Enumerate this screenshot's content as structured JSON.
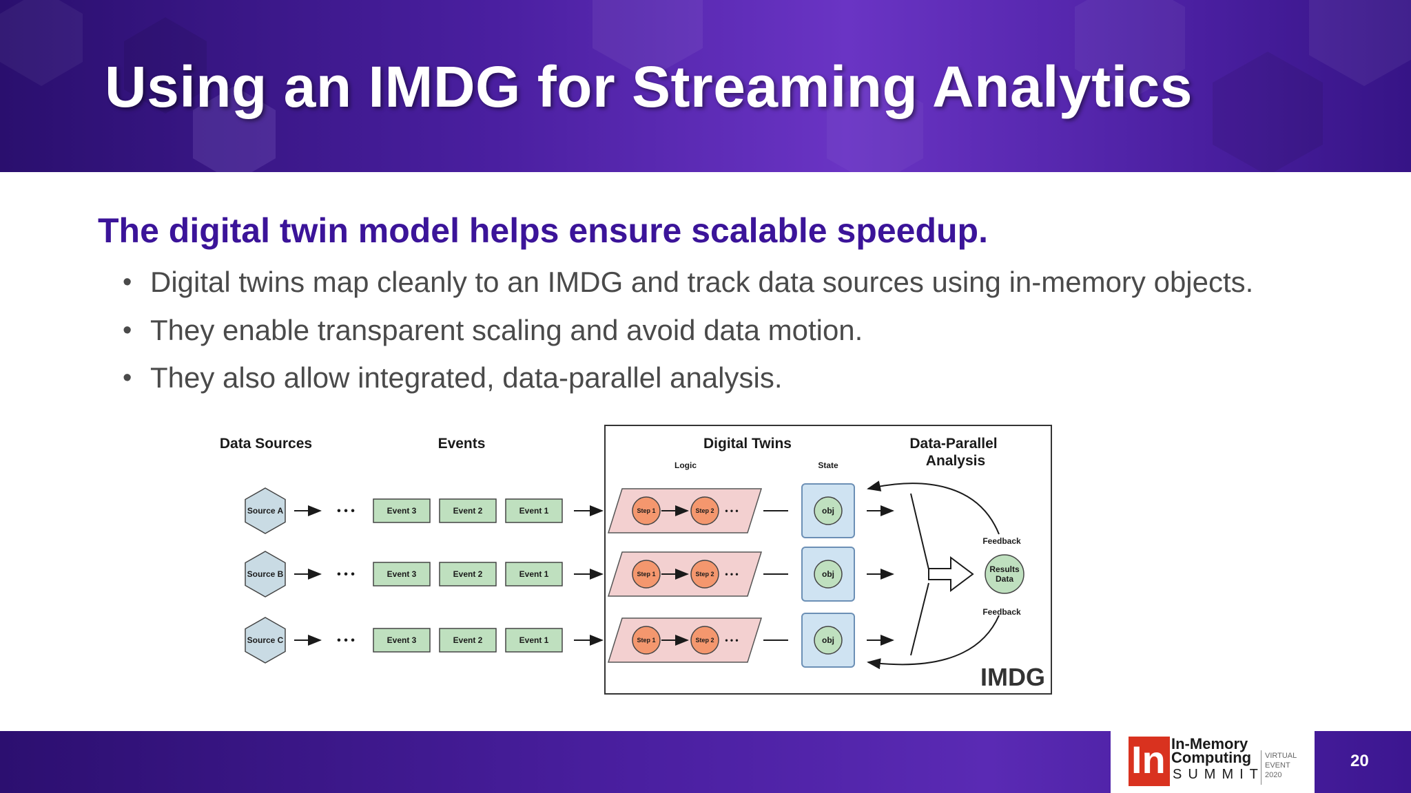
{
  "slide": {
    "title": "Using an IMDG for Streaming Analytics",
    "subtitle": "The digital twin model helps ensure scalable speedup.",
    "bullets": [
      "Digital twins map cleanly to an IMDG and track data sources using in-memory objects.",
      "They enable transparent scaling and avoid data motion.",
      "They also allow integrated, data-parallel analysis."
    ],
    "page_number": "20"
  },
  "diagram": {
    "headers": {
      "data_sources": "Data Sources",
      "events": "Events",
      "digital_twins": "Digital Twins",
      "logic": "Logic",
      "state": "State",
      "analysis_line1": "Data-Parallel",
      "analysis_line2": "Analysis"
    },
    "rows": [
      {
        "source": "Source A",
        "events": [
          "Event 3",
          "Event 2",
          "Event 1"
        ],
        "steps": [
          "Step 1",
          "Step 2"
        ],
        "state": "obj"
      },
      {
        "source": "Source B",
        "events": [
          "Event 3",
          "Event 2",
          "Event 1"
        ],
        "steps": [
          "Step 1",
          "Step 2"
        ],
        "state": "obj"
      },
      {
        "source": "Source C",
        "events": [
          "Event 3",
          "Event 2",
          "Event 1"
        ],
        "steps": [
          "Step 1",
          "Step 2"
        ],
        "state": "obj"
      }
    ],
    "ellipsis": "• • •",
    "feedback_top": "Feedback",
    "feedback_bottom": "Feedback",
    "results_line1": "Results",
    "results_line2": "Data",
    "imdg_label": "IMDG",
    "colors": {
      "hexagon": "#c9dbe4",
      "event_box": "#bfe0bf",
      "logic_band": "#f3d0d0",
      "step_circle": "#f4976e",
      "state_box": "#cfe3f2",
      "obj_circle": "#bfe0bf"
    }
  },
  "logo": {
    "mark": "In",
    "line1": "In-Memory",
    "line2": "Computing",
    "line3": "SUMMIT",
    "side1": "VIRTUAL",
    "side2": "EVENT",
    "side3": "2020"
  }
}
